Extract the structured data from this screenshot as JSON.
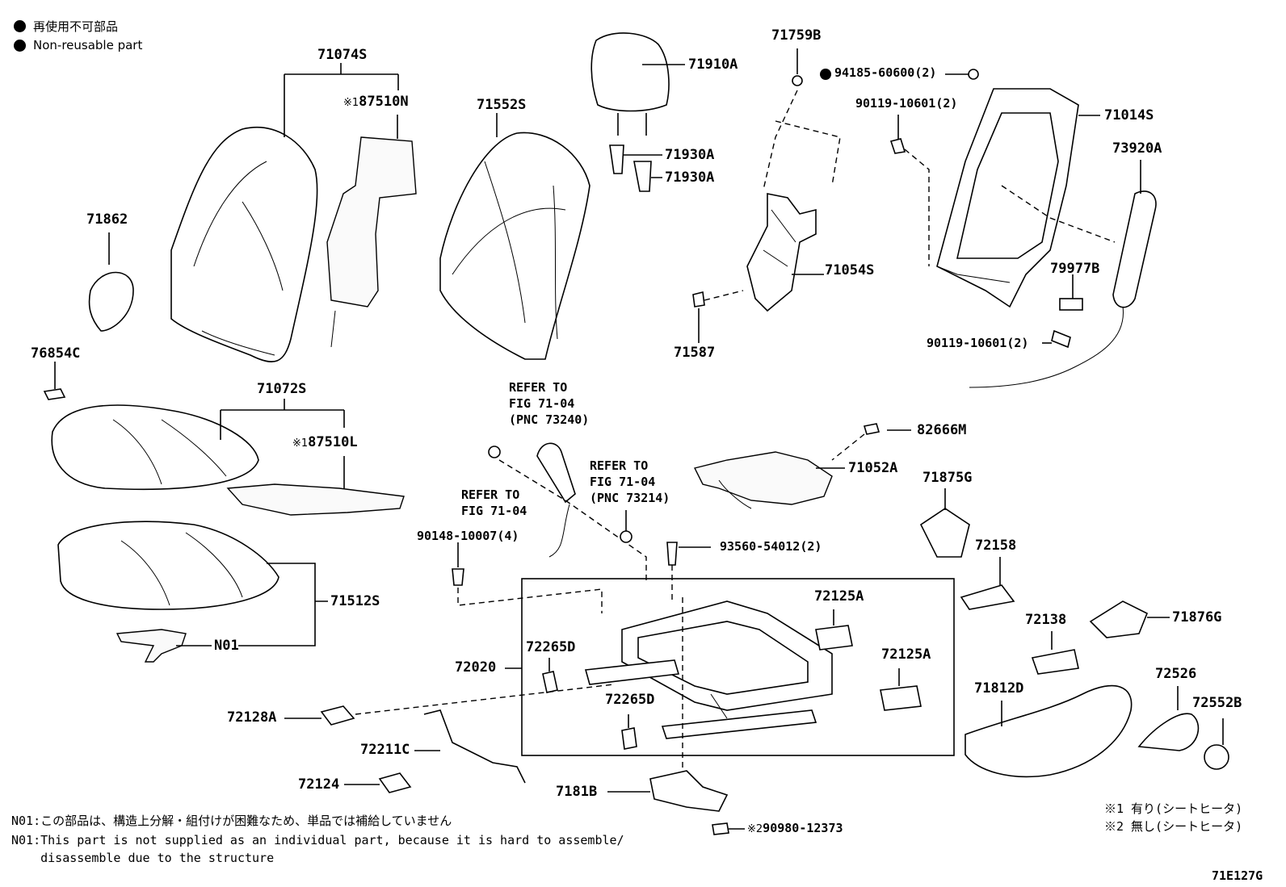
{
  "legend": {
    "items": [
      {
        "icon": "bullet-icon",
        "label": "再使用不可部品"
      },
      {
        "icon": "bullet-icon",
        "label": "Non-reusable part"
      }
    ]
  },
  "parts": {
    "p71074S": "71074S",
    "p87510N": "87510N",
    "p87510N_mark": "※1",
    "p71862": "71862",
    "p76854C": "76854C",
    "p71552S": "71552S",
    "p71910A": "71910A",
    "p71930A_1": "71930A",
    "p71930A_2": "71930A",
    "p71759B": "71759B",
    "p71054S": "71054S",
    "p71587": "71587",
    "p94185": "94185-60600(2)",
    "p90119_top": "90119-10601(2)",
    "p71014S": "71014S",
    "p73920A": "73920A",
    "p79977B": "79977B",
    "p90119_bot": "90119-10601(2)",
    "p71072S": "71072S",
    "p87510L": "87510L",
    "p87510L_mark": "※1",
    "p71512S": "71512S",
    "pN01": "N01",
    "p82666M": "82666M",
    "p71052A": "71052A",
    "p71875G": "71875G",
    "p72158": "72158",
    "p90148": "90148-10007(4)",
    "p93560": "93560-54012(2)",
    "p72125A_1": "72125A",
    "p72125A_2": "72125A",
    "p72265D_1": "72265D",
    "p72265D_2": "72265D",
    "p72020": "72020",
    "p72138": "72138",
    "p71876G": "71876G",
    "p71812D": "71812D",
    "p72526": "72526",
    "p72552B": "72552B",
    "p72128A": "72128A",
    "p72211C": "72211C",
    "p72124": "72124",
    "p7181B": "7181B",
    "p90980": "90980-12373",
    "p90980_mark": "※2"
  },
  "refs": {
    "ref_73240": "REFER TO\nFIG 71-04\n(PNC 73240)",
    "ref_73214": "REFER TO\nFIG 71-04\n(PNC 73214)",
    "ref_plain": "REFER TO\nFIG 71-04"
  },
  "footnotes": {
    "mark1": "※1 有り(シートヒータ)",
    "mark2": "※2 無し(シートヒータ)"
  },
  "notes": {
    "jp": "N01:この部品は、構造上分解・組付けが困難なため、単品では補給していません",
    "en_line1": "N01:This part is not supplied as an individual part,  because it is hard to assemble/",
    "en_line2": "    disassemble due to the structure"
  },
  "figure_id": "71E127G"
}
